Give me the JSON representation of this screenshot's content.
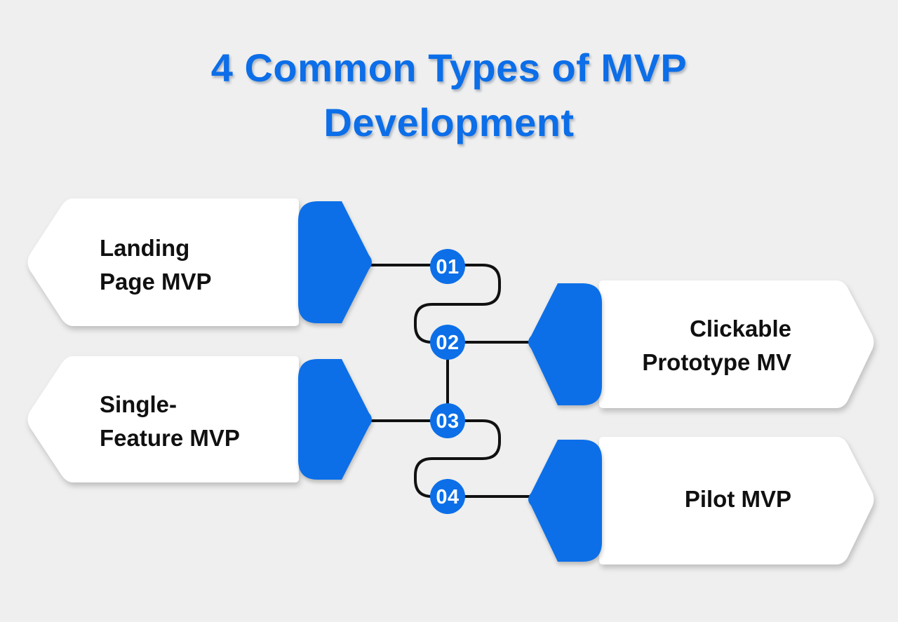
{
  "title": {
    "line1": "4 Common Types of MVP",
    "line2": "Development"
  },
  "colors": {
    "background": "#efefef",
    "accent_blue": "#0c6fe8",
    "title_blue": "#0c6ee8",
    "connector_black": "#111111",
    "banner_white": "#ffffff",
    "label_text": "#101010",
    "step_number_text": "#ffffff"
  },
  "steps": [
    {
      "number": "01",
      "label_line1": "Landing",
      "label_line2": "Page MVP",
      "side": "left"
    },
    {
      "number": "02",
      "label_line1": "Clickable",
      "label_line2": "Prototype MV",
      "side": "right"
    },
    {
      "number": "03",
      "label_line1": "Single-",
      "label_line2": "Feature MVP",
      "side": "left"
    },
    {
      "number": "04",
      "label_line1": "Pilot MVP",
      "label_line2": "",
      "side": "right"
    }
  ]
}
